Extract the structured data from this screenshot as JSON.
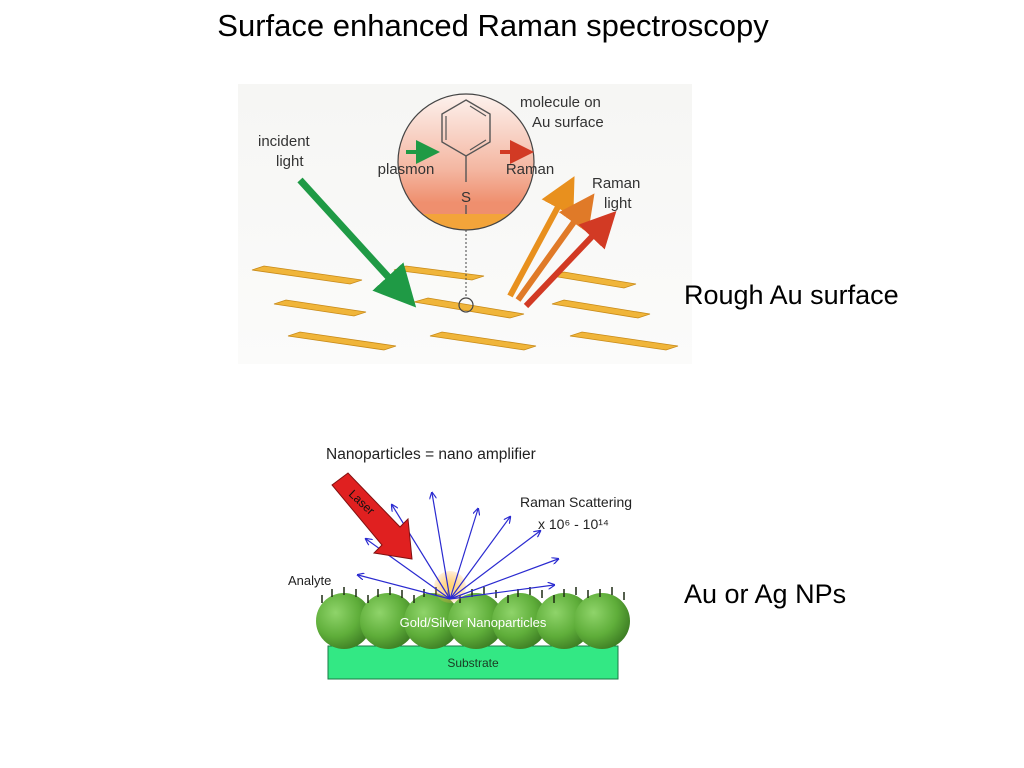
{
  "slide": {
    "title": "Surface enhanced Raman spectroscopy",
    "label_top": "Rough Au surface",
    "label_bottom": "Au or Ag NPs"
  },
  "figure_top": {
    "incident_light": [
      "incident",
      "light"
    ],
    "molecule_label": [
      "molecule on",
      "Au surface"
    ],
    "plasmon": "plasmon",
    "raman": "Raman",
    "raman_light": [
      "Raman",
      "light"
    ],
    "sulfur": "S",
    "colors": {
      "gold_plate": "#f0b53a",
      "incident_arrow": "#1f9a45",
      "raman_arrow": "#d23a24",
      "raman_arrow_orange": "#e8901e"
    }
  },
  "figure_bottom": {
    "header": "Nanoparticles = nano amplifier",
    "laser": "Laser",
    "raman_scattering": "Raman Scattering",
    "enhancement": "x 10⁶ - 10¹⁴",
    "analyte": "Analyte",
    "nanoparticles": "Gold/Silver Nanoparticles",
    "substrate": "Substrate",
    "colors": {
      "substrate": "#33e884",
      "nanoparticle": "#5fae3a",
      "rays": "#2a2ad0",
      "laser": "#e02020"
    }
  }
}
